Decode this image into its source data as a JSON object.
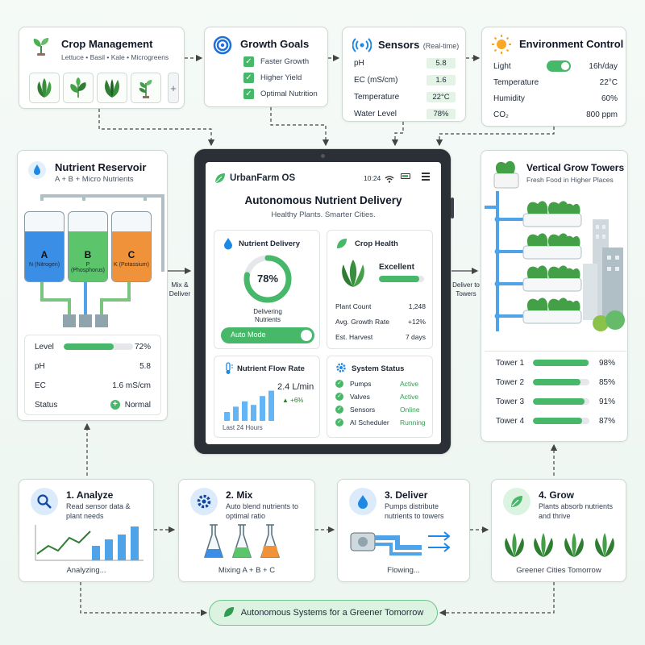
{
  "crop": {
    "title": "Crop Management",
    "subtitle": "Lettuce • Basil • Kale • Microgreens",
    "add_label": "+"
  },
  "goals": {
    "title": "Growth Goals",
    "items": [
      "Faster Growth",
      "Higher Yield",
      "Optimal Nutrition"
    ]
  },
  "sensors": {
    "title": "Sensors",
    "realtime": "(Real-time)",
    "rows": [
      {
        "label": "pH",
        "value": "5.8"
      },
      {
        "label": "EC (mS/cm)",
        "value": "1.6"
      },
      {
        "label": "Temperature",
        "value": "22°C"
      },
      {
        "label": "Water Level",
        "value": "78%"
      }
    ]
  },
  "env": {
    "title": "Environment Control",
    "light_label": "Light",
    "light_value": "16h/day",
    "light_on": true,
    "rows": [
      {
        "label": "Temperature",
        "value": "22°C"
      },
      {
        "label": "Humidity",
        "value": "60%"
      },
      {
        "label": "CO₂",
        "value": "800 ppm"
      }
    ]
  },
  "reservoir": {
    "title": "Nutrient Reservoir",
    "subtitle": "A + B + Micro Nutrients",
    "tanks": [
      {
        "letter": "A",
        "name": "N (Nitrogen)",
        "color": "#3b8ee6",
        "fill_fraction": 0.72
      },
      {
        "letter": "B",
        "name": "P (Phosphorus)",
        "color": "#5cc46a",
        "fill_fraction": 0.72
      },
      {
        "letter": "C",
        "name": "K (Potassium)",
        "color": "#f0923a",
        "fill_fraction": 0.72
      }
    ],
    "level_label": "Level",
    "level_value": "72%",
    "level_fraction": 0.72,
    "ph_label": "pH",
    "ph_value": "5.8",
    "ec_label": "EC",
    "ec_value": "1.6 mS/cm",
    "status_label": "Status",
    "status_value": "Normal"
  },
  "arrows": {
    "mix_deliver": "Mix & Deliver",
    "deliver_towers": "Deliver to Towers"
  },
  "tablet": {
    "app_name": "UrbanFarm OS",
    "time": "10:24",
    "headline": "Autonomous Nutrient Delivery",
    "tagline": "Healthy Plants. Smarter Cities.",
    "delivery": {
      "title": "Nutrient Delivery",
      "percent": "78%",
      "percent_fraction": 0.78,
      "caption": "Delivering Nutrients",
      "mode_label": "Auto Mode",
      "mode_on": true
    },
    "health": {
      "title": "Crop Health",
      "status": "Excellent",
      "status_fraction": 0.9,
      "rows": [
        {
          "label": "Plant Count",
          "value": "1,248"
        },
        {
          "label": "Avg. Growth Rate",
          "value": "+12%"
        },
        {
          "label": "Est. Harvest",
          "value": "7 days"
        }
      ]
    },
    "flow": {
      "title": "Nutrient Flow Rate",
      "value": "2.4 L/min",
      "change": "▲ +6%",
      "caption": "Last 24 Hours",
      "bars": [
        0.25,
        0.4,
        0.55,
        0.45,
        0.7,
        0.85
      ]
    },
    "system": {
      "title": "System Status",
      "rows": [
        {
          "label": "Pumps",
          "value": "Active"
        },
        {
          "label": "Valves",
          "value": "Active"
        },
        {
          "label": "Sensors",
          "value": "Online"
        },
        {
          "label": "AI Scheduler",
          "value": "Running"
        }
      ]
    }
  },
  "towers": {
    "title": "Vertical Grow Towers",
    "subtitle": "Fresh Food in Higher Places",
    "rows": [
      {
        "label": "Tower 1",
        "value": "98%",
        "fraction": 0.98
      },
      {
        "label": "Tower 2",
        "value": "85%",
        "fraction": 0.85
      },
      {
        "label": "Tower 3",
        "value": "91%",
        "fraction": 0.91
      },
      {
        "label": "Tower 4",
        "value": "87%",
        "fraction": 0.87
      }
    ]
  },
  "steps": [
    {
      "title": "1. Analyze",
      "desc": "Read sensor data & plant needs",
      "foot": "Analyzing..."
    },
    {
      "title": "2. Mix",
      "desc": "Auto blend nutrients to optimal ratio",
      "foot": "Mixing A + B + C"
    },
    {
      "title": "3. Deliver",
      "desc": "Pumps distribute nutrients to towers",
      "foot": "Flowing..."
    },
    {
      "title": "4. Grow",
      "desc": "Plants absorb nutrients and thrive",
      "foot": "Greener Cities Tomorrow"
    }
  ],
  "banner": {
    "text": "Autonomous Systems for a Greener Tomorrow"
  },
  "colors": {
    "green": "#47b86a",
    "blue": "#3b8ee6",
    "orange": "#f0923a",
    "bg": "#f0f7f3"
  },
  "icons": [
    "seedling-icon",
    "target-icon",
    "wifi-sensor-icon",
    "sun-icon",
    "water-drop-icon",
    "leaf-icon",
    "thermometer-icon",
    "gear-icon",
    "magnifier-icon",
    "flask-icon"
  ]
}
